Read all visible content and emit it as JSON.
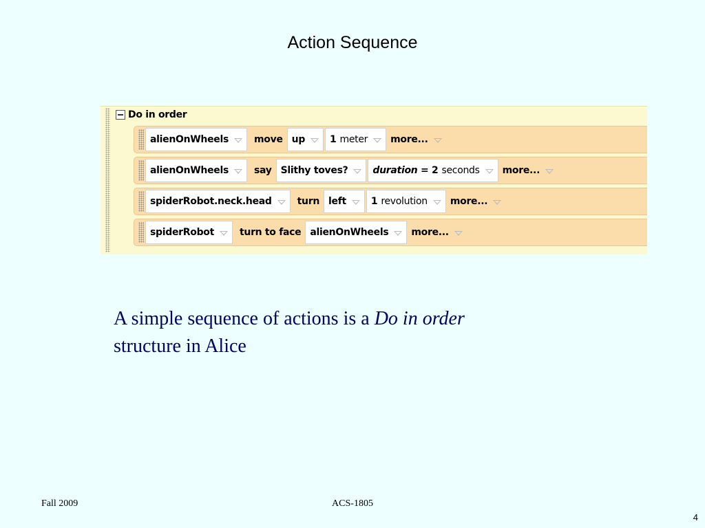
{
  "slide": {
    "title": "Action Sequence",
    "caption": {
      "part1": "A simple sequence of actions is a ",
      "emphasis": "Do in order",
      "part2": "structure in Alice"
    },
    "footer": {
      "left": "Fall 2009",
      "center": "ACS-1805",
      "page_number": "4"
    }
  },
  "code_block": {
    "header": "Do in order",
    "rows": [
      {
        "object": "alienOnWheels",
        "method": "move",
        "direction": "up",
        "amount_number": "1",
        "amount_unit": "meter",
        "more": "more..."
      },
      {
        "object": "alienOnWheels",
        "method": "say",
        "text": "Slithy toves?",
        "param_name": "duration",
        "param_eq": " = ",
        "param_value": "2",
        "param_unit": "seconds",
        "more": "more..."
      },
      {
        "object": "spiderRobot.neck.head",
        "method": "turn",
        "direction": "left",
        "amount_number": "1",
        "amount_unit": "revolution",
        "more": "more..."
      },
      {
        "object": "spiderRobot",
        "method": "turn to face",
        "target": "alienOnWheels",
        "more": "more..."
      }
    ]
  },
  "icons": {
    "collapse": "minus-box-icon",
    "dropdown": "triangle-down-icon",
    "grip": "drag-dots-icon"
  },
  "colors": {
    "background": "#EEFFFF",
    "panel": "#FCF9D0",
    "statement": "#FBDDAC",
    "caption_text": "#000066"
  }
}
